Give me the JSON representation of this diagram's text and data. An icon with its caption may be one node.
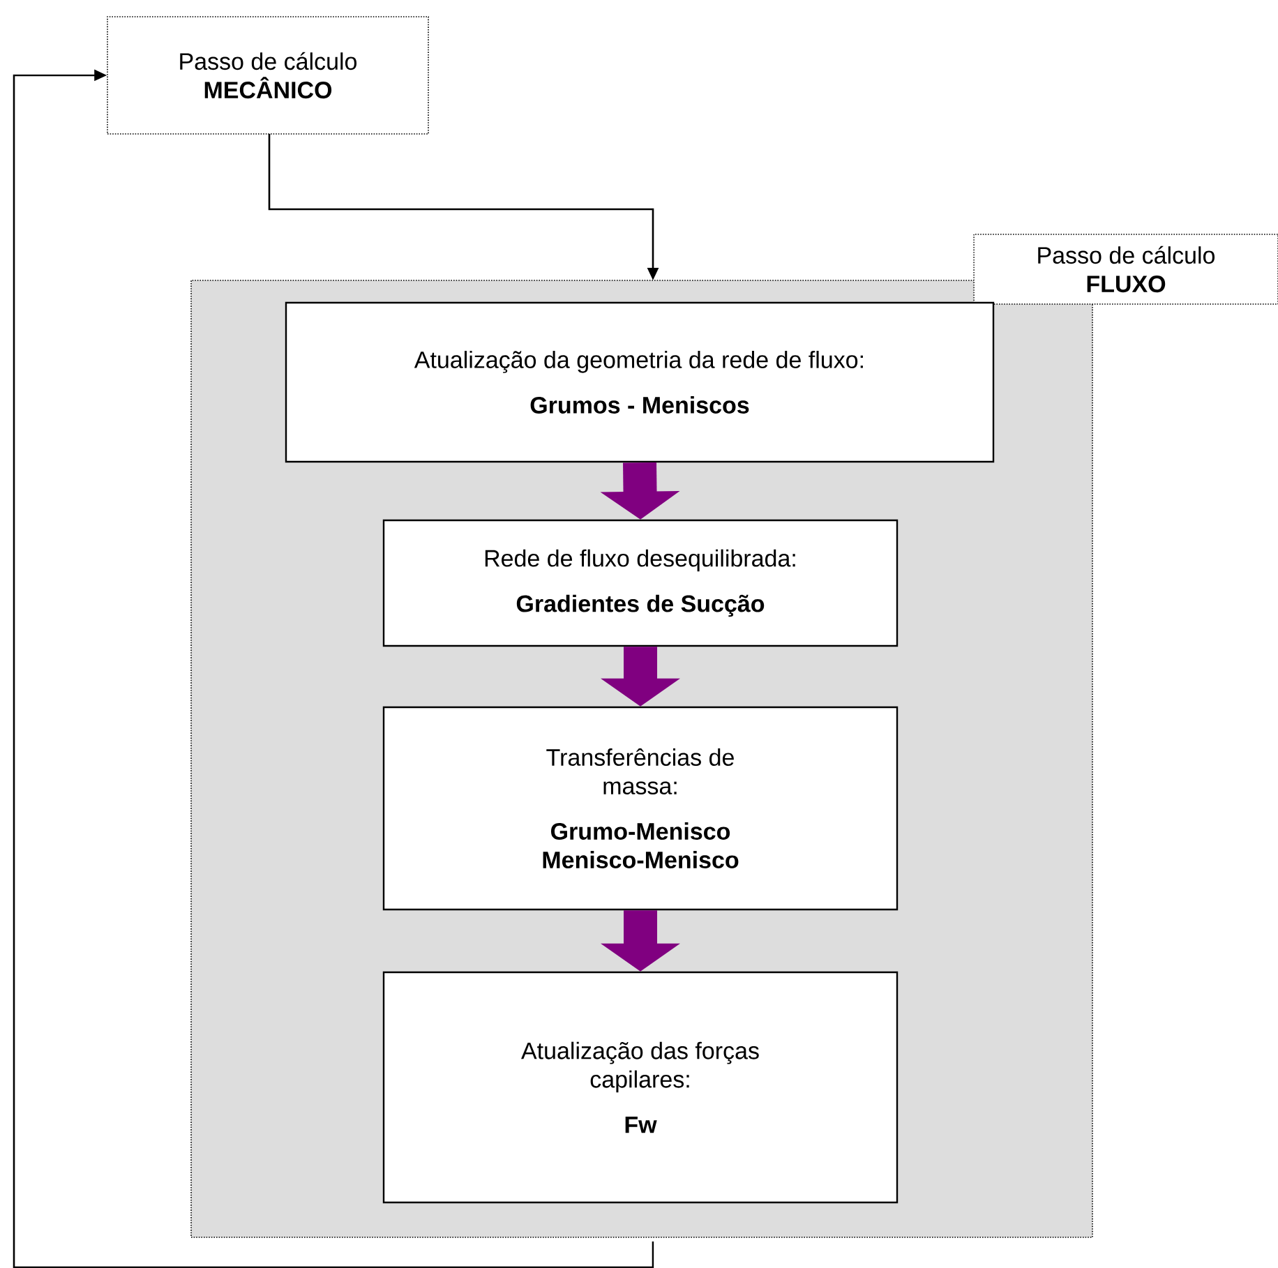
{
  "diagram": {
    "nodes": [
      {
        "text": [
          "Passo de cálculo",
          "MECÂNICO"
        ]
      },
      {
        "text": [
          "Passo de cálculo",
          "FLUXO"
        ]
      },
      {
        "text": [],
        "shape": "box"
      },
      {
        "text": [
          "Atualização da geometria da rede de fluxo:",
          "Grumos - Meniscos"
        ],
        "in": 2
      },
      {
        "text": [
          "Rede de fluxo desequilibrada:",
          "Gradientes de Sucção"
        ],
        "in": 2
      },
      {
        "text": [
          "Transferências de massa:",
          "Grumo-Menisco Menisco-Menisco"
        ],
        "in": 2
      },
      {
        "text": [
          "Atualização das forças capilares:",
          "Fw"
        ],
        "in": 2
      }
    ],
    "edges": [
      {
        "from": 0,
        "to": 2,
        "arrow": "to",
        "color": "#000000"
      },
      {
        "from": 3,
        "to": 4,
        "arrow": "to"
      },
      {
        "from": 4,
        "to": 5,
        "arrow": "to"
      },
      {
        "from": 5,
        "to": 6,
        "arrow": "to"
      },
      {
        "from": 2,
        "to": 0,
        "arrow": "to",
        "color": "#000000"
      }
    ]
  }
}
